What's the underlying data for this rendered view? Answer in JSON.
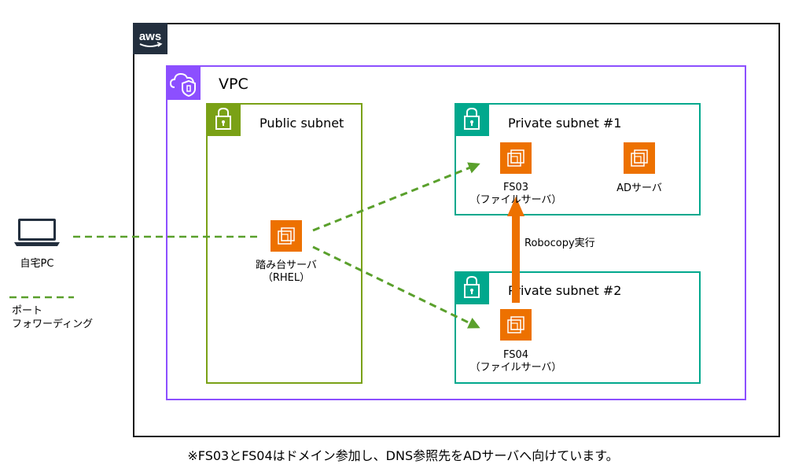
{
  "vpc": {
    "title": "VPC"
  },
  "subnets": {
    "public": {
      "title": "Public subnet"
    },
    "private1": {
      "title": "Private subnet #1"
    },
    "private2": {
      "title": "Private subnet #2"
    }
  },
  "servers": {
    "bastion": {
      "name": "踏み台サーバ",
      "sub": "（RHEL）"
    },
    "fs03": {
      "name": "FS03",
      "sub": "（ファイルサーバ）"
    },
    "ad": {
      "name": "ADサーバ"
    },
    "fs04": {
      "name": "FS04",
      "sub": "（ファイルサーバ）"
    }
  },
  "home_pc": {
    "label": "自宅PC"
  },
  "legend": {
    "line1": "ポート",
    "line2": "フォワーディング"
  },
  "robocopy": {
    "label": "Robocopy実行"
  },
  "footnote": "※FS03とFS04はドメイン参加し、DNS参照先をADサーバへ向けています。",
  "colors": {
    "aws_dark": "#232f3e",
    "vpc": "#8c4fff",
    "public_subnet": "#7aa116",
    "private_subnet": "#01a88d",
    "ec2": "#ed7100",
    "dashed_arrow": "#5aa02c",
    "robocopy_arrow": "#ed7100"
  },
  "icons": {
    "aws_logo": "aws-logo-icon",
    "vpc": "vpc-cloud-shield-icon",
    "subnet": "lock-icon",
    "server": "ec2-instance-icon",
    "laptop": "laptop-icon"
  }
}
